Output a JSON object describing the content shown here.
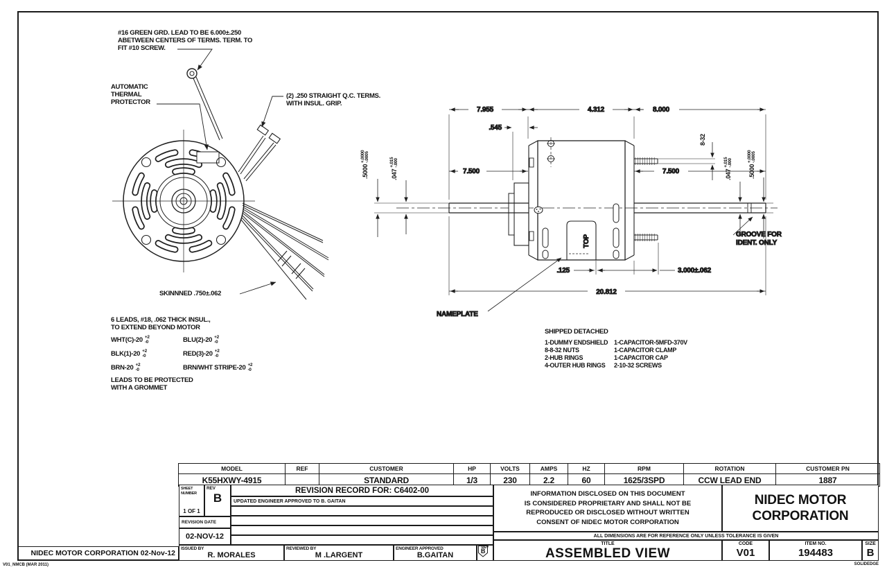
{
  "front_view": {
    "ground_note": "#16 GREEN GRD. LEAD TO BE 6.000±.250\nABETWEEN CENTERS OF TERMS. TERM. TO\nFIT #10 SCREW.",
    "thermal_note": "AUTOMATIC\nTHERMAL\nPROTECTOR",
    "qc_note": "(2) .250 STRAIGHT Q.C. TERMS.\nWITH INSUL. GRIP.",
    "skinned_note": "SKINNNED .750±.062",
    "leads_header": "6 LEADS, #18, .062 THICK INSUL.,\nTO EXTEND BEYOND MOTOR",
    "leads": [
      {
        "label": "WHT(C)-20",
        "plus": "+2",
        "minus": "-0"
      },
      {
        "label": "BLU(2)-20",
        "plus": "+2",
        "minus": "-0"
      },
      {
        "label": "BLK(1)-20",
        "plus": "+2",
        "minus": "-0"
      },
      {
        "label": "RED(3)-20",
        "plus": "+2",
        "minus": "-0"
      },
      {
        "label": "BRN-20",
        "plus": "+2",
        "minus": "-0"
      },
      {
        "label": "BRN/WHT STRIPE-20",
        "plus": "+2",
        "minus": "-0"
      }
    ],
    "grommet_note": "LEADS TO BE PROTECTED\nWITH A GROMMET"
  },
  "side_view": {
    "dims": {
      "top1": "7.955",
      "top2": "4.312",
      "top3": "8.000",
      "offset": ".545",
      "left_shaft_len": "7.500",
      "right_shaft_len": "7.500",
      "dia_left": ".5000",
      "dia_left_plus": "+.0000",
      "dia_left_minus": "-.0005",
      "flat_left": ".047",
      "flat_left_plus": "+.015",
      "flat_left_minus": "-.000",
      "stud_thread": "8-32",
      "flat_right": ".047",
      "flat_right_plus": "+.015",
      "flat_right_minus": "-.000",
      "dia_right": ".5000",
      "dia_right_plus": "+.0000",
      "dia_right_minus": "-.0005",
      "np_offset": ".125",
      "stud_len": "3.000±.062",
      "overall": "20.812"
    },
    "groove_note_1": "GROOVE FOR",
    "groove_note_2": "IDENT. ONLY",
    "nameplate_label": "NAMEPLATE",
    "top_label": "TOP",
    "shipped_header": "SHIPPED DETACHED",
    "shipped_rows": [
      {
        "c1": "1-DUMMY ENDSHIELD",
        "c2": "1-CAPACITOR-5MFD-370V"
      },
      {
        "c1": "8-8-32 NUTS",
        "c2": "1-CAPACITOR CLAMP"
      },
      {
        "c1": "2-HUB RINGS",
        "c2": "1-CAPACITOR CAP"
      },
      {
        "c1": "4-OUTER HUB RINGS",
        "c2": "2-10-32 SCREWS"
      }
    ]
  },
  "title_block": {
    "spec": {
      "headers": [
        "MODEL",
        "REF",
        "CUSTOMER",
        "HP",
        "VOLTS",
        "AMPS",
        "HZ",
        "RPM",
        "ROTATION",
        "CUSTOMER PN"
      ],
      "values": [
        "K55HXWY-4915",
        "",
        "STANDARD",
        "1/3",
        "230",
        "2.2",
        "60",
        "1625/3SPD",
        "CCW LEAD END",
        "1887"
      ]
    },
    "sheet_label": "SHEET\nNUMBER",
    "sheet_value": "1 OF 1",
    "rev_label": "REV",
    "rev_value": "B",
    "revision_header": "REVISION RECORD FOR: C6402-00",
    "revision_rows": [
      "UPDATED ENGINEER APPROVED TO B. GAITAN",
      "",
      "",
      "",
      ""
    ],
    "revision_date_label": "REVISION DATE",
    "revision_date_value": "02-NOV-12",
    "issued_label": "ISSUED BY",
    "issued_value": "R. MORALES",
    "reviewed_label": "REVIEWED BY",
    "reviewed_value": "M .LARGENT",
    "engineer_label": "ENGINEER APPROVED",
    "engineer_value": "B.GAITAN",
    "rev_badge_label": "REV",
    "rev_badge_value": "B",
    "proprietary": "INFORMATION DISCLOSED ON THIS DOCUMENT\nIS CONSIDERED PROPRIETARY AND SHALL NOT BE\nREPRODUCED OR DISCLOSED WITHOUT WRITTEN\nCONSENT OF NIDEC MOTOR CORPORATION",
    "company": "NIDEC MOTOR\nCORPORATION",
    "tolerance_note": "ALL DIMENSIONS ARE FOR REFERENCE ONLY UNLESS TOLERANCE IS GIVEN",
    "title_label": "TITLE",
    "title_value": "ASSEMBLED VIEW",
    "code_label": "CODE",
    "code_value": "V01",
    "item_label": "ITEM NO.",
    "item_value": "194483",
    "size_label": "SIZE",
    "size_value": "B",
    "footer_left": "NIDEC MOTOR CORPORATION 02-Nov-12",
    "form_id": "V01_NMCB (MAR 2011)",
    "cad_id": "SOLIDEDGE"
  }
}
